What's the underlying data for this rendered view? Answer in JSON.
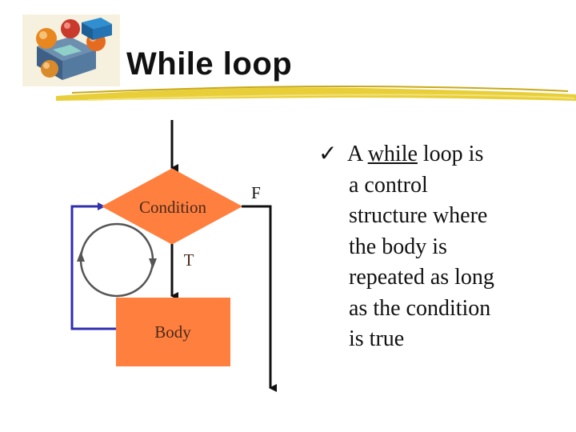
{
  "slide": {
    "title": "While loop"
  },
  "flowchart": {
    "condition_label": "Condition",
    "true_label": "T",
    "false_label": "F",
    "body_label": "Body",
    "colors": {
      "shape_fill": "#ff7f3f",
      "loop_line": "#2f2fb0",
      "flow_line": "#111111",
      "circle": "#555555"
    }
  },
  "bullet": {
    "check_icon": "✓",
    "article": "A",
    "keyword": "while",
    "after_keyword": "loop is",
    "lines": [
      "a control",
      "structure where",
      "the body is",
      "repeated as long",
      "as the condition",
      "is true"
    ]
  },
  "icons": {
    "logo": "cubes-logo-icon",
    "bullet": "check-icon"
  }
}
